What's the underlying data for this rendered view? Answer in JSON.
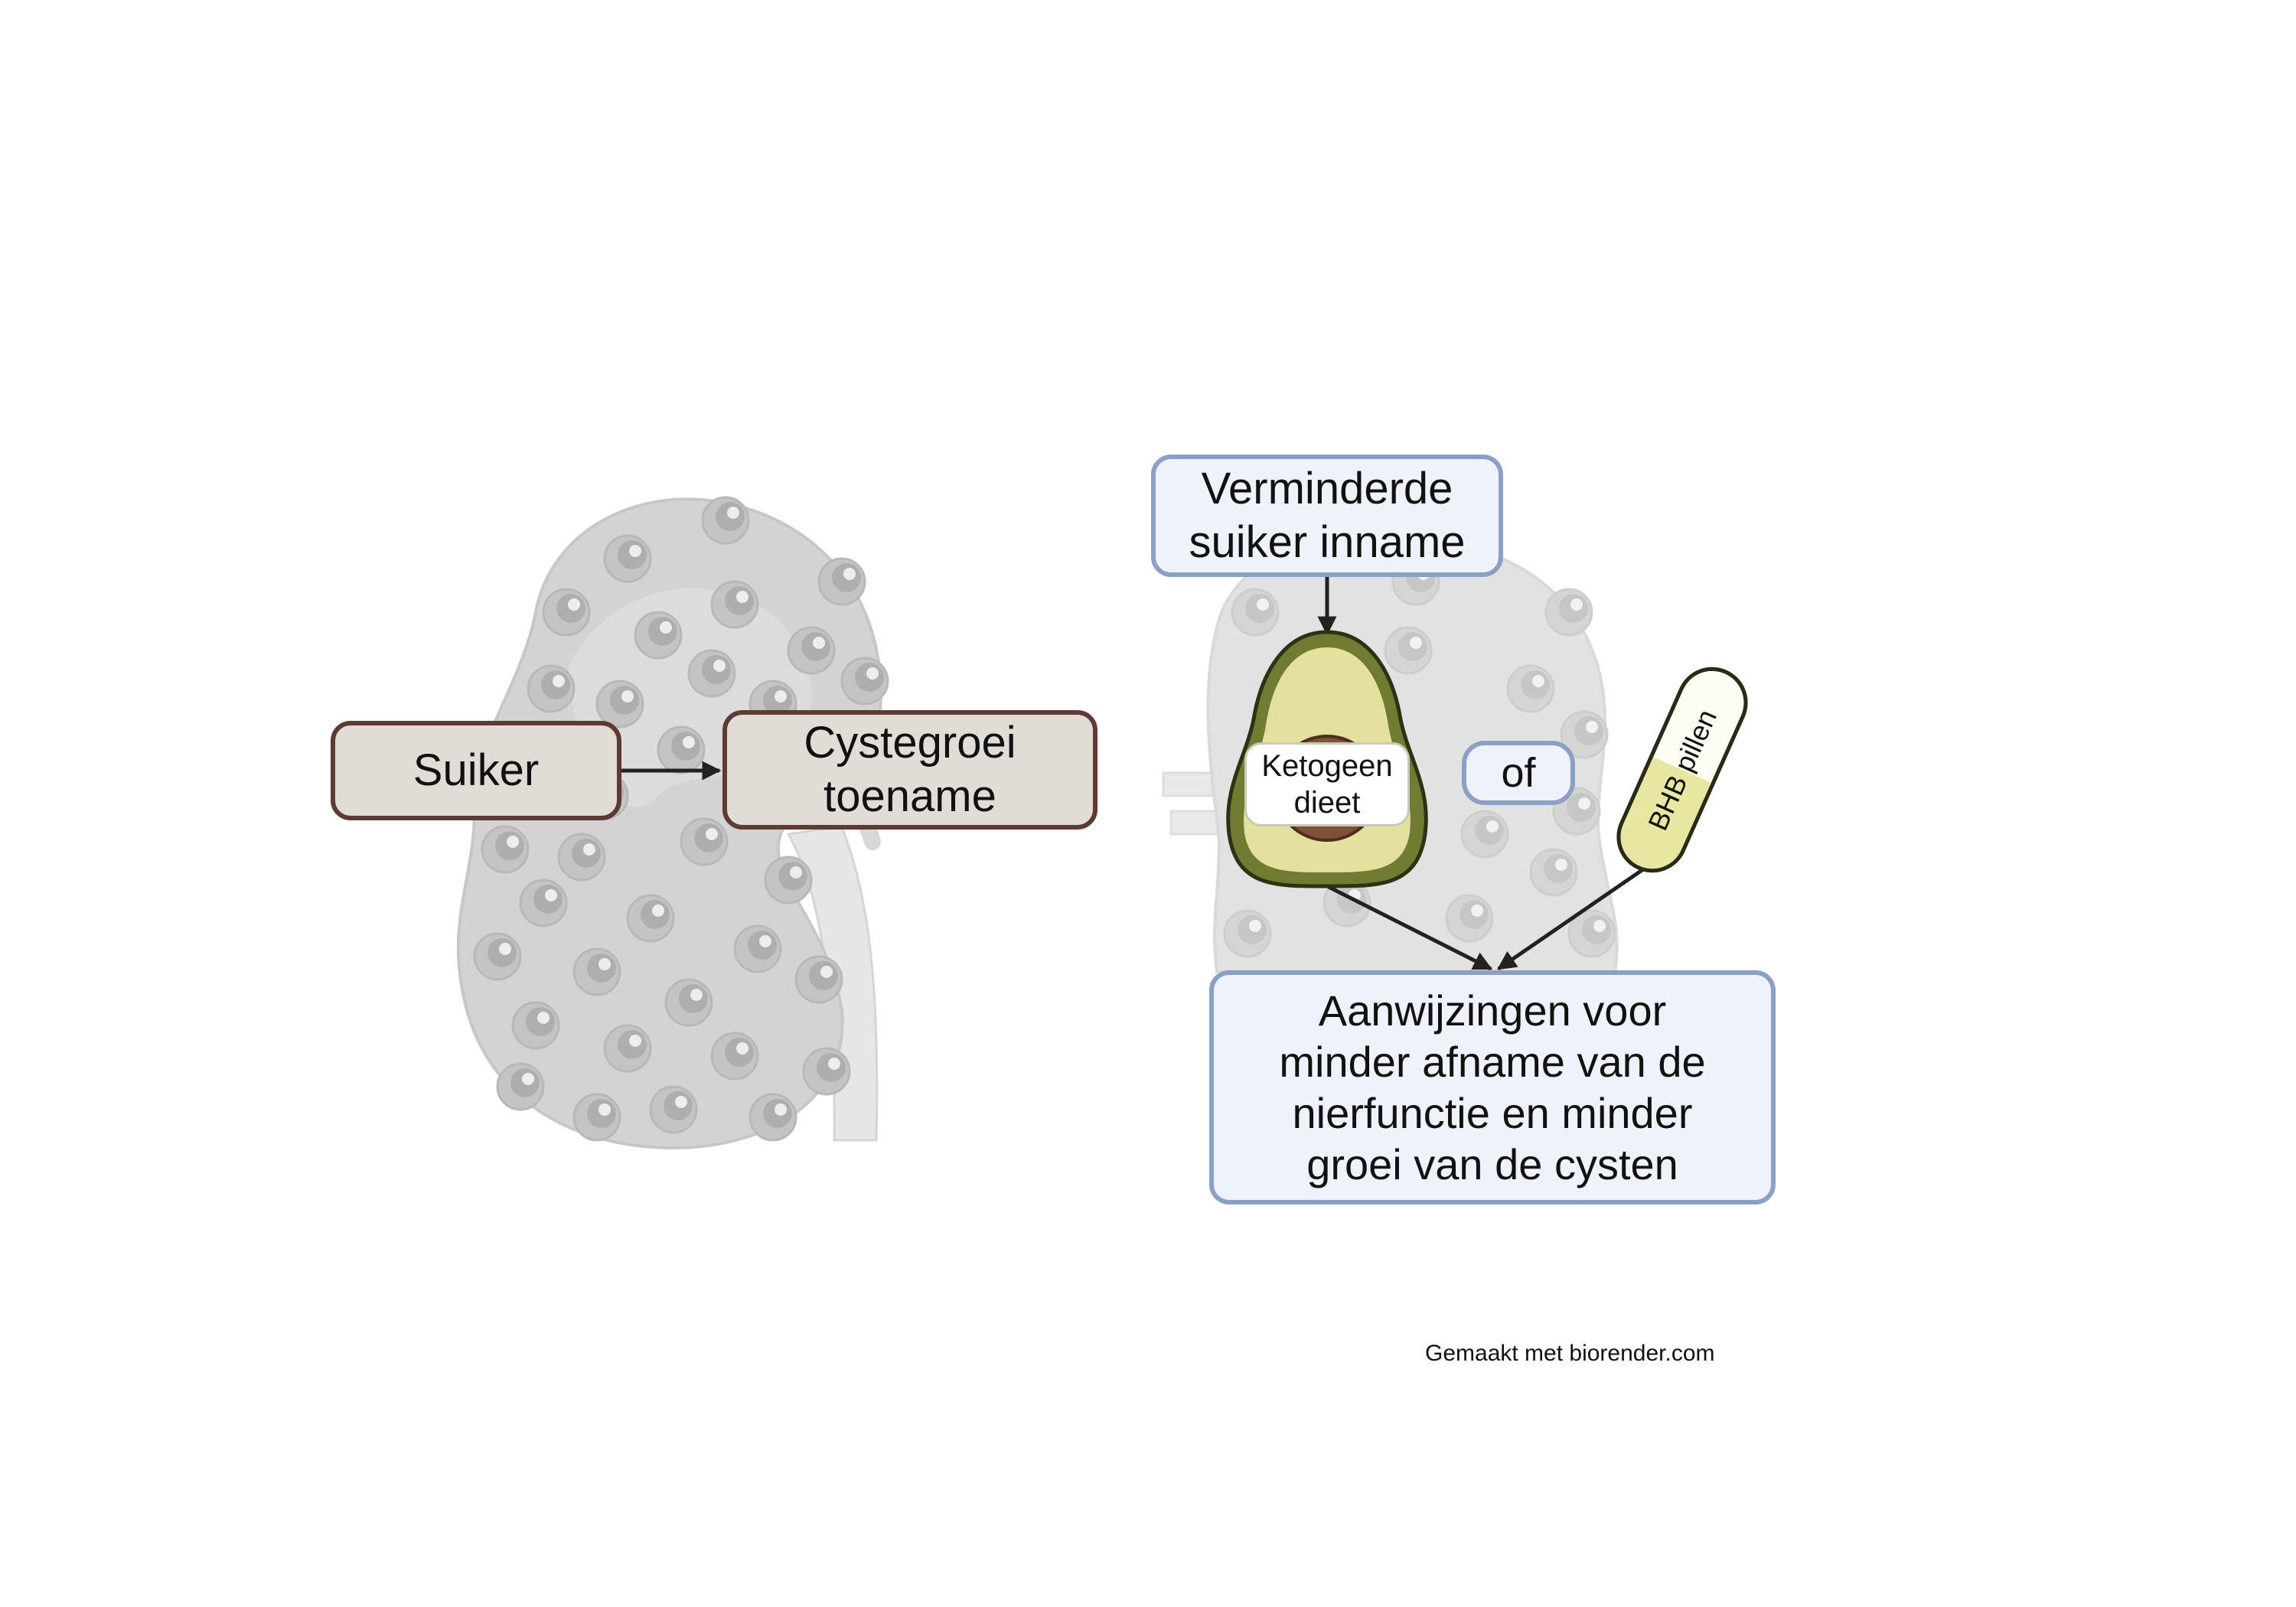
{
  "colors": {
    "brown_fill": "#e1dcd6",
    "brown_stroke": "#5e3a33",
    "blue_fill": "#eef3fb",
    "blue_stroke": "#8c9fc5",
    "avocado_skin": "#717c32",
    "avocado_flesh": "#e4e0a0",
    "pill_yellow": "#e8e7a1",
    "kidney_gray": "#d3d3d3",
    "arrow": "#222222"
  },
  "nodes": {
    "suiker": "Suiker",
    "cystegroei": "Cystegroei\ntoename",
    "verminderde": "Verminderde\nsuiker inname",
    "ketogeen": "Ketogeen\ndieet",
    "of": "of",
    "bhb": "BHB pillen",
    "aanwijzingen": "Aanwijzingen voor\nminder afname van de\nnierfunctie en minder\ngroei van de cysten"
  },
  "icons": {
    "left_kidney": "polycystic-kidney-icon",
    "right_kidney": "polycystic-kidney-icon",
    "avocado": "avocado-icon",
    "pill": "capsule-pill-icon"
  },
  "footer": "Gemaakt met biorender.com"
}
